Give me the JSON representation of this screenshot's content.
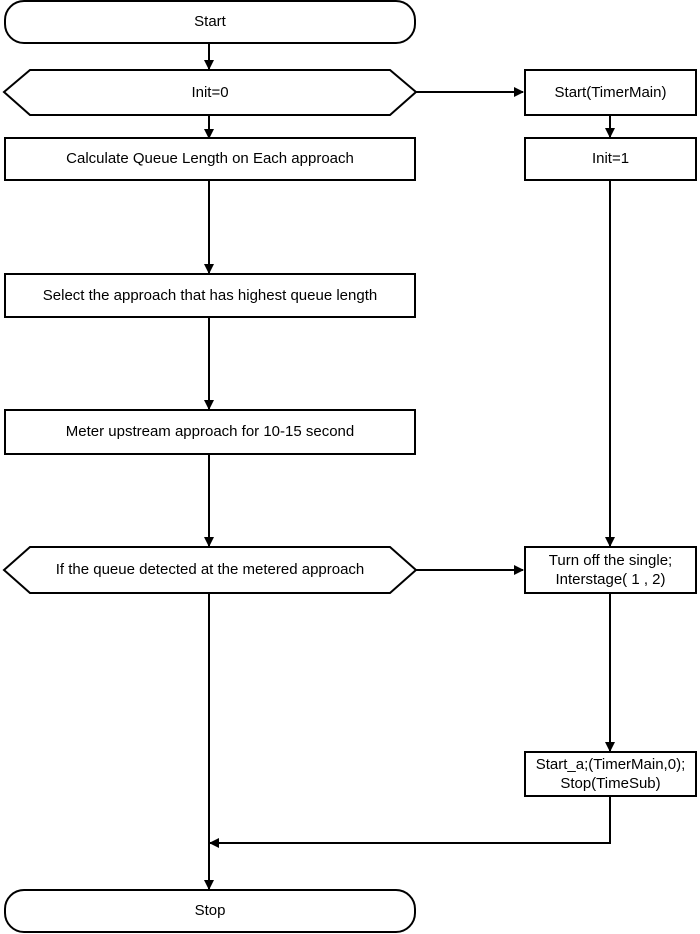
{
  "flowchart": {
    "start": "Start",
    "init0": "Init=0",
    "start_timer_main": "Start(TimerMain)",
    "calc_queue": "Calculate Queue Length on Each approach",
    "init1": "Init=1",
    "select_approach": "Select the approach that has highest queue length",
    "meter_upstream": "Meter upstream approach for 10-15 second",
    "queue_check": "If the queue detected at the metered approach",
    "turn_off": "Turn off the single;\nInterstage( 1 , 2)",
    "start_a": "Start_a;(TimerMain,0);\nStop(TimeSub)",
    "stop": "Stop"
  }
}
